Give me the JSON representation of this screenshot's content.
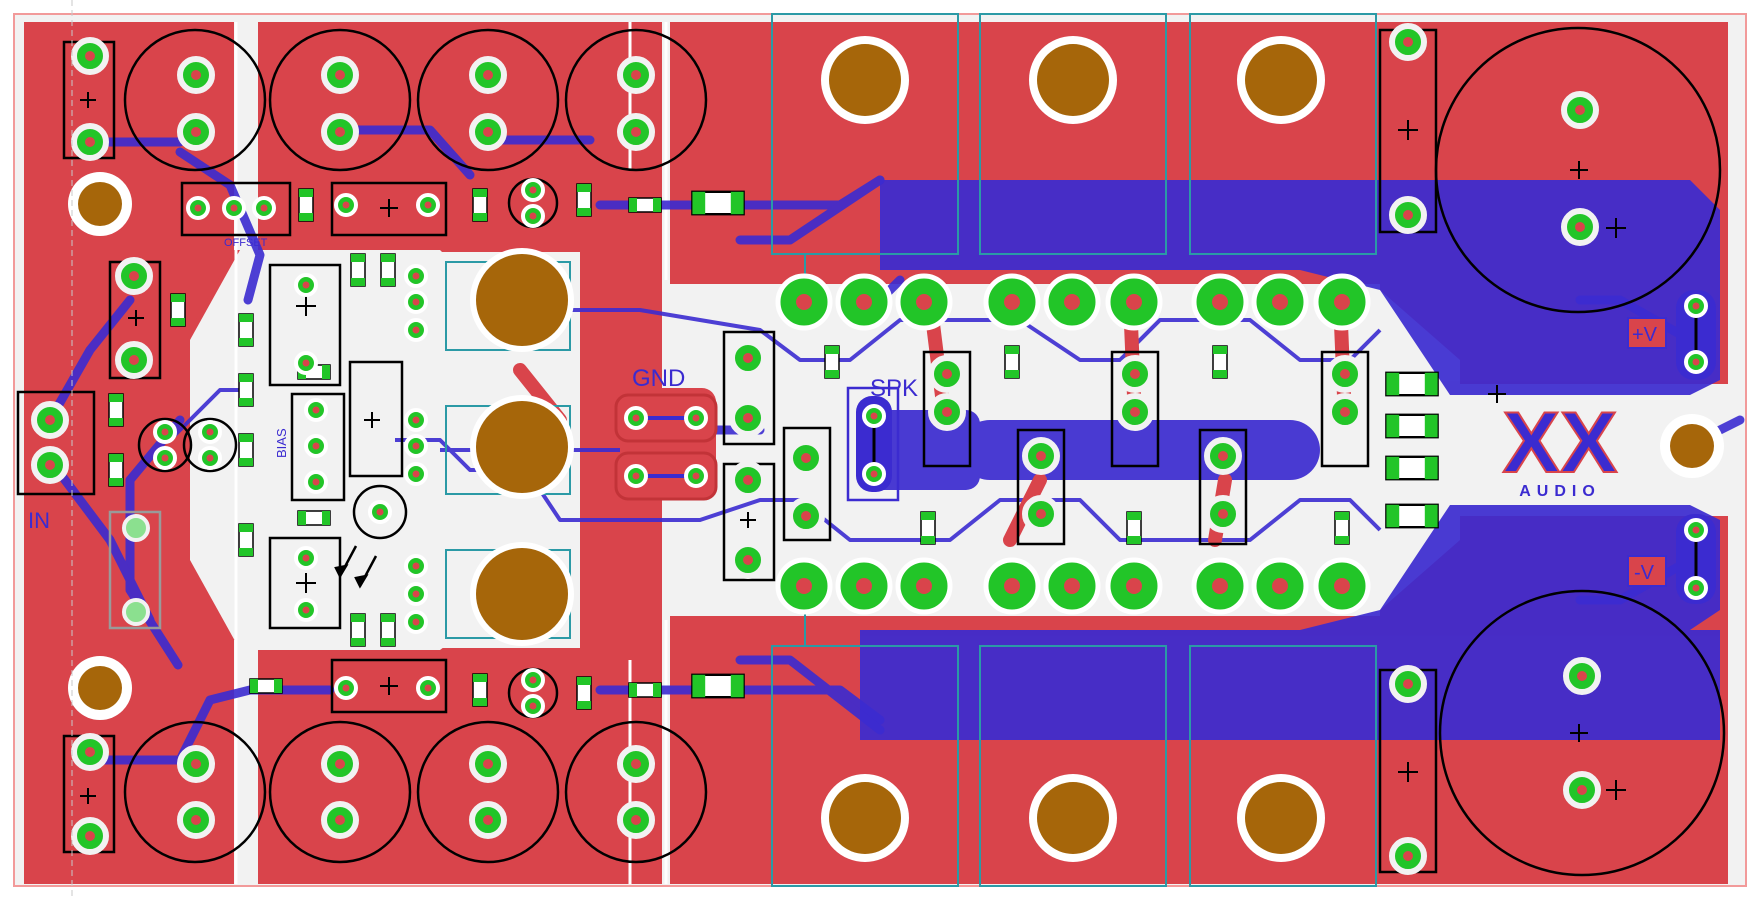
{
  "labels": {
    "in": "IN",
    "gnd": "GND",
    "spk": "SPK",
    "plus_v": "+V",
    "minus_v": "-V",
    "bias": "BIAS",
    "offset": "OFFSET",
    "logo": "XX",
    "logo_sub": "AUDIO"
  },
  "colors": {
    "copper_top": "#d9444b",
    "copper_bottom": "#3b2bd0",
    "pad": "#22c528",
    "board": "#f2f2f2",
    "silk": "#000000",
    "mount_hole": "#a6660a",
    "outline": "#2b9aa6"
  },
  "icons": {
    "cap": "electrolytic-capacitor-icon",
    "resistor": "resistor-icon",
    "transistor": "power-transistor-icon"
  }
}
